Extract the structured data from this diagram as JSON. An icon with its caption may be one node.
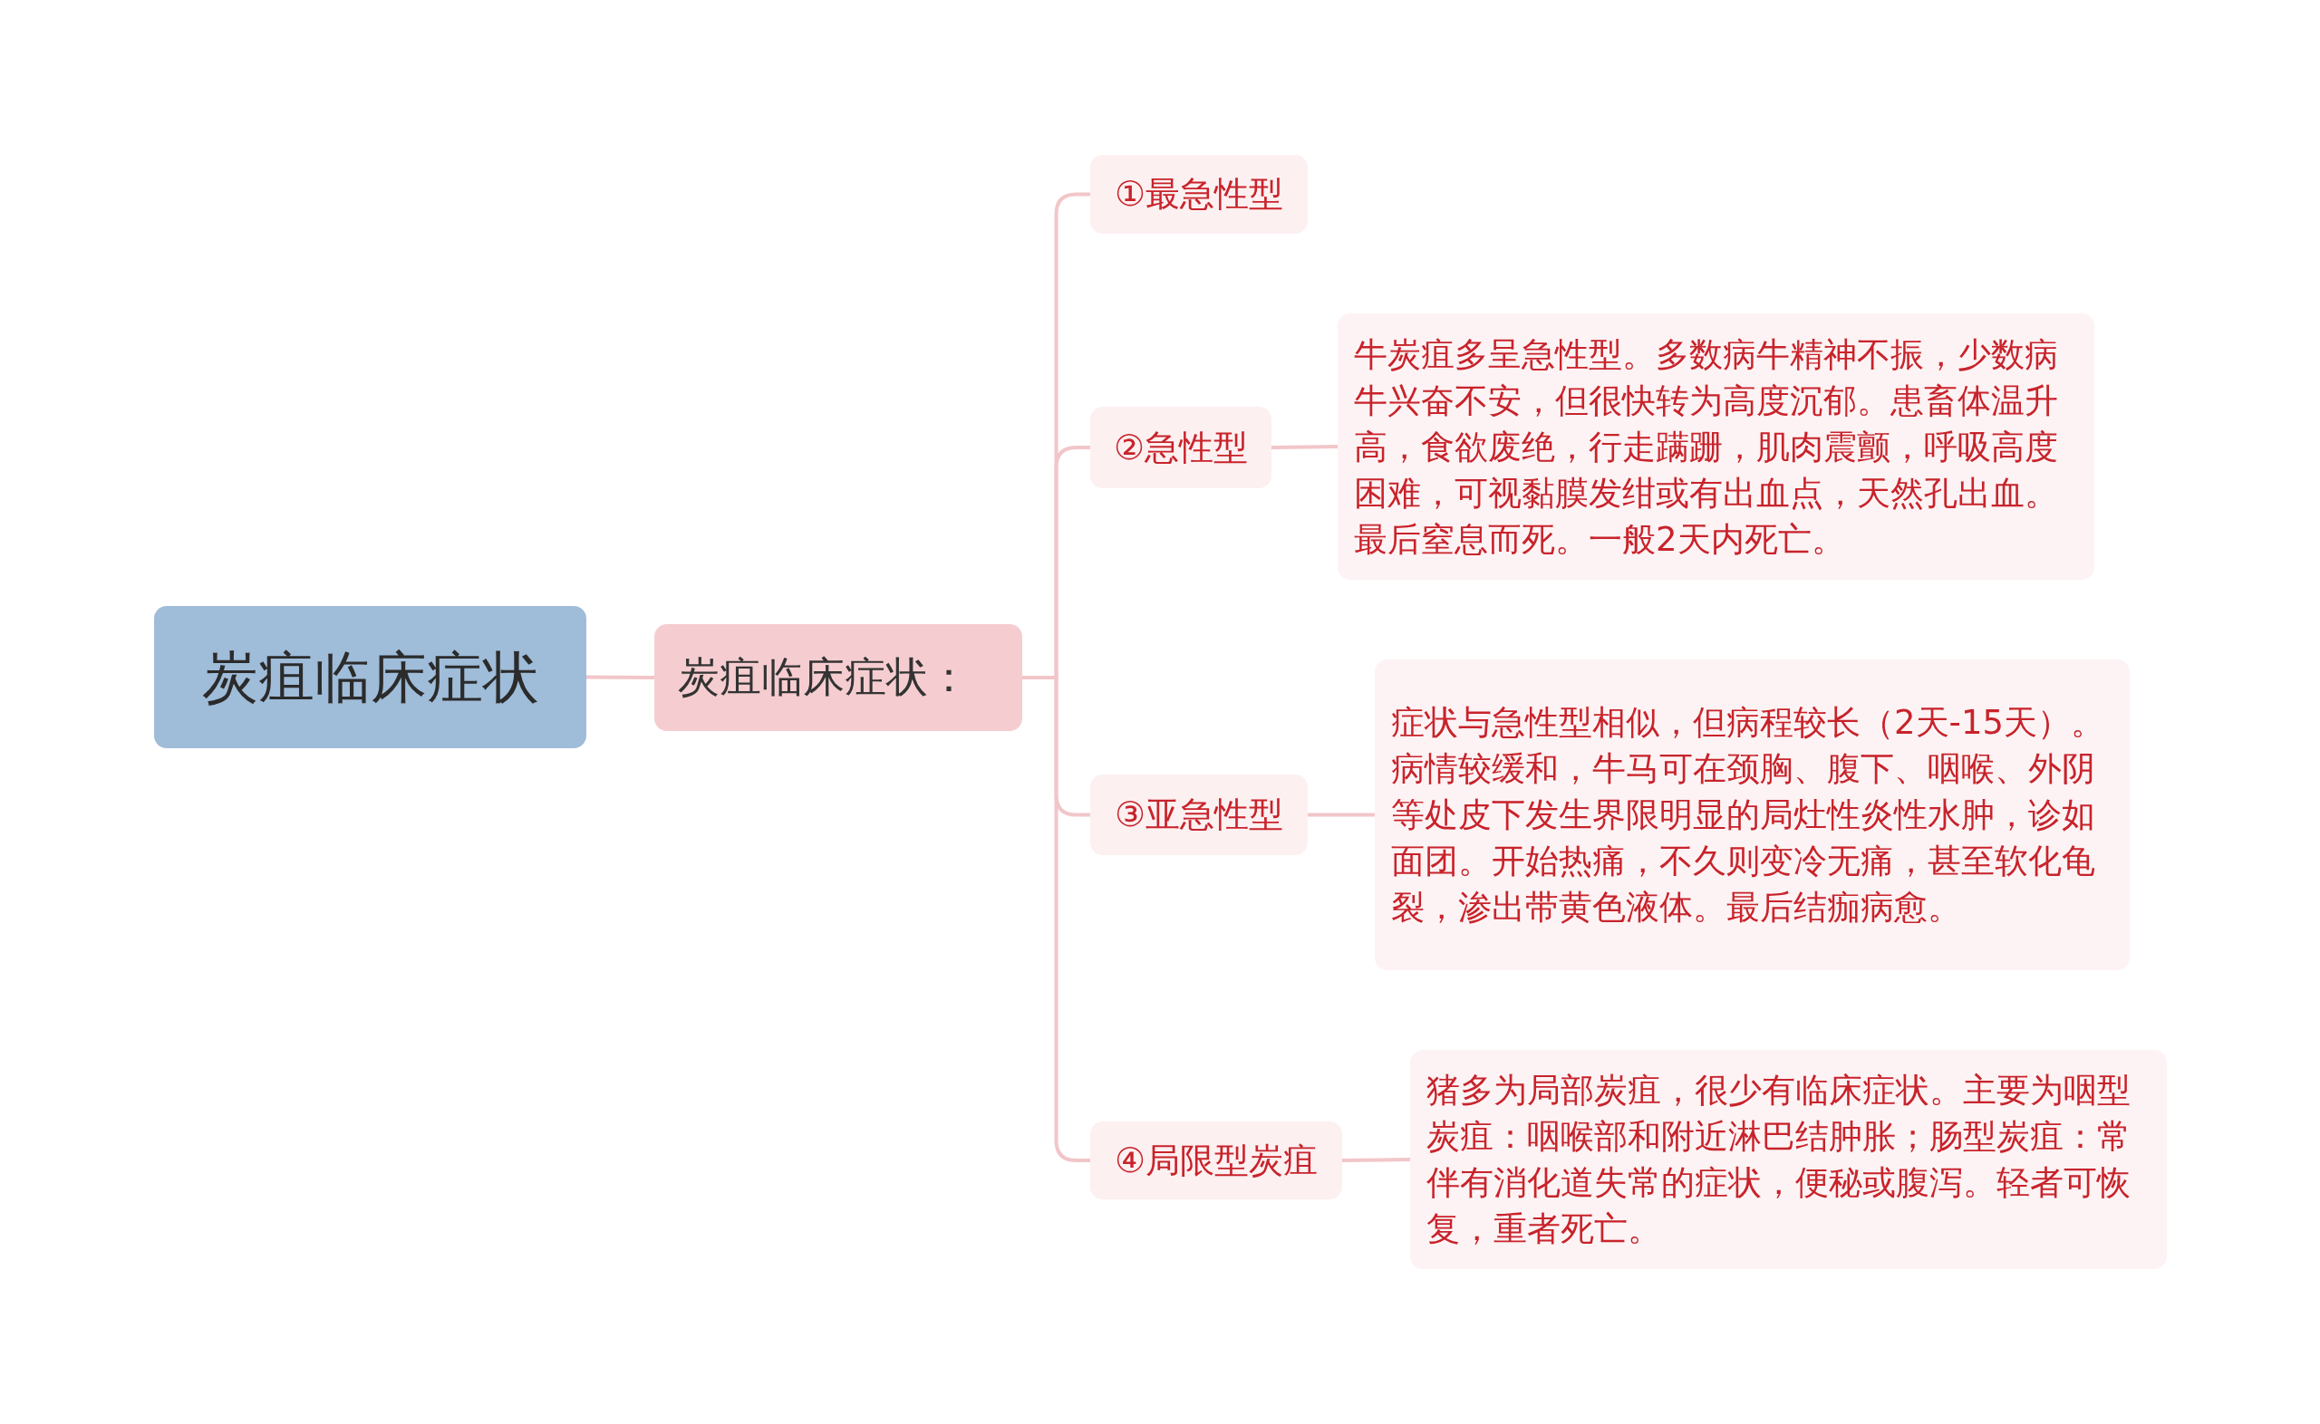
{
  "diagram": {
    "nodes": [
      {
        "text": [
          "炭疽临床症状"
        ]
      },
      {
        "text": [
          "炭疽临床症状："
        ]
      },
      {
        "text": [
          "①最急性型"
        ]
      },
      {
        "text": [
          "②急性型"
        ]
      },
      {
        "text": [
          "牛炭疽多呈急性型。多数病牛精神不振，少数病牛兴奋不安，但很快转为高度沉郁。患畜体温升高，食欲废绝，行走蹒跚，肌肉震颤，呼吸高度困难，可视黏膜发绀或有出血点，天然孔出血。最后窒息而死。一般2天内死亡。"
        ]
      },
      {
        "text": [
          "③亚急性型"
        ]
      },
      {
        "text": [
          "症状与急性型相似，但病程较长（2天-15天）。病情较缓和，牛马可在颈胸、腹下、咽喉、外阴等处皮下发生界限明显的局灶性炎性水肿，诊如面团。开始热痛，不久则变冷无痛，甚至软化龟裂，渗出带黄色液体。最后结痂病愈。"
        ]
      },
      {
        "text": [
          "④局限型炭疽"
        ]
      },
      {
        "text": [
          "猪多为局部炭疽，很少有临床症状。主要为咽型炭疽：咽喉部和附近淋巴结肿胀；肠型炭疽：常伴有消化道失常的症状，便秘或腹泻。轻者可恢复，重者死亡。"
        ]
      }
    ],
    "edges": [
      {
        "from": 0,
        "to": 1,
        "arrow": "none"
      },
      {
        "from": 1,
        "to": 2,
        "arrow": "none"
      },
      {
        "from": 1,
        "to": 3,
        "arrow": "none"
      },
      {
        "from": 1,
        "to": 5,
        "arrow": "none"
      },
      {
        "from": 1,
        "to": 7,
        "arrow": "none"
      },
      {
        "from": 3,
        "to": 4,
        "arrow": "none"
      },
      {
        "from": 5,
        "to": 6,
        "arrow": "none"
      },
      {
        "from": 7,
        "to": 8,
        "arrow": "none"
      }
    ]
  }
}
